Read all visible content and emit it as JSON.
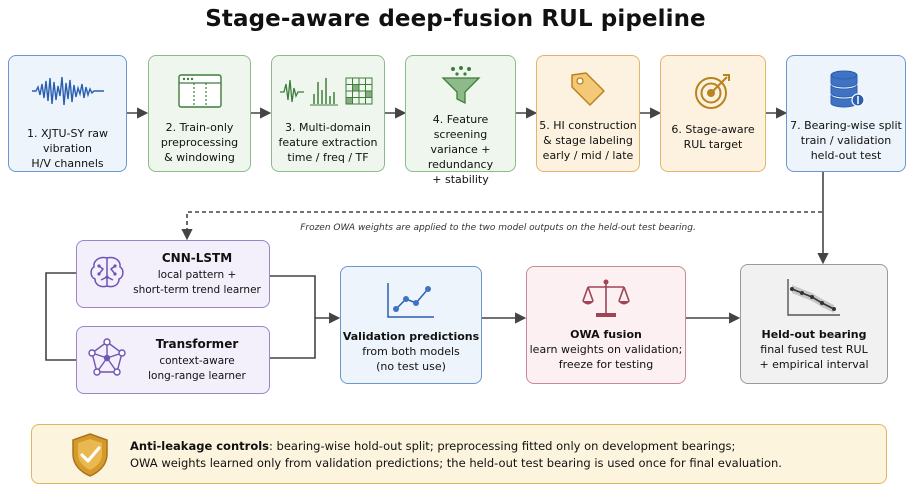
{
  "title": "Stage-aware deep-fusion RUL pipeline",
  "colors": {
    "blue": "#6b96cf",
    "green": "#8cba89",
    "orange": "#e2b56a",
    "purple": "#9a84cf",
    "pink": "#c98a95",
    "gray": "#9a9a9a",
    "arrow": "#444444"
  },
  "steps": [
    {
      "icon": "waveform-icon",
      "lines": [
        "1. XJTU-SY raw vibration",
        "H/V channels"
      ]
    },
    {
      "icon": "window-icon",
      "lines": [
        "2. Train-only",
        "preprocessing",
        "& windowing"
      ]
    },
    {
      "icon": "multi-domain-icon",
      "lines": [
        "3. Multi-domain",
        "feature extraction",
        "time / freq / TF"
      ]
    },
    {
      "icon": "funnel-icon",
      "lines": [
        "4. Feature screening",
        "variance + redundancy",
        "+ stability"
      ]
    },
    {
      "icon": "tag-icon",
      "lines": [
        "5. HI construction",
        "& stage labeling",
        "early / mid / late"
      ]
    },
    {
      "icon": "target-icon",
      "lines": [
        "6. Stage-aware",
        "RUL target"
      ]
    },
    {
      "icon": "database-icon",
      "lines": [
        "7. Bearing-wise split",
        "train / validation",
        "held-out test"
      ]
    }
  ],
  "note": "Frozen OWA weights are applied to the two model outputs on the held-out test bearing.",
  "models": [
    {
      "icon": "brain-icon",
      "title": "CNN-LSTM",
      "lines": [
        "local pattern +",
        "short-term trend learner"
      ]
    },
    {
      "icon": "network-icon",
      "title": "Transformer",
      "lines": [
        "context-aware",
        "long-range learner"
      ]
    }
  ],
  "validation": {
    "icon": "line-chart-icon",
    "title": "Validation predictions",
    "lines": [
      "from both models",
      "(no test use)"
    ]
  },
  "owa": {
    "icon": "scales-icon",
    "title": "OWA fusion",
    "lines": [
      "learn weights on validation;",
      "freeze for testing"
    ]
  },
  "heldout": {
    "icon": "interval-chart-icon",
    "title": "Held-out bearing",
    "lines": [
      "final fused test RUL",
      "+ empirical interval"
    ]
  },
  "anti": {
    "icon": "shield-check-icon",
    "label": "Anti-leakage controls",
    "line1_rest": ": bearing-wise hold-out split; preprocessing fitted only on development bearings;",
    "line2": "OWA weights learned only from validation predictions; the held-out test bearing is used once for final evaluation."
  }
}
